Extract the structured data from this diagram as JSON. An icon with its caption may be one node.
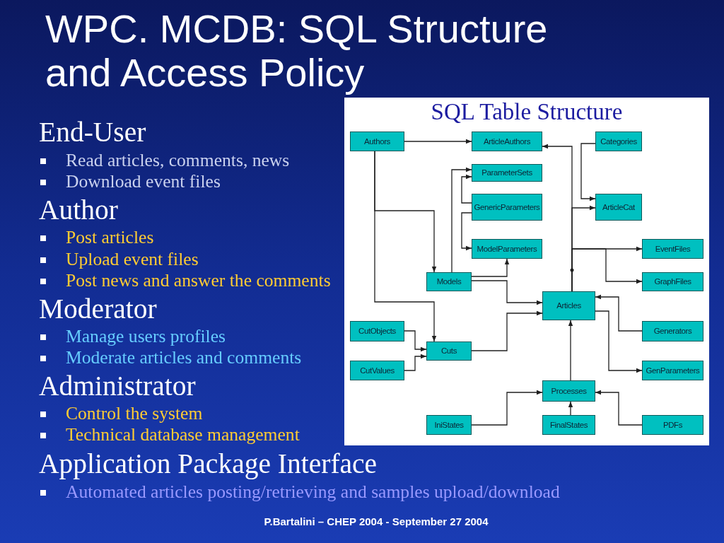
{
  "diagram": {
    "title": "WPC. MCDB: SQL Structure and Access Policy",
    "nodes": [
      {
        "text": [
          "SQL Table Structure"
        ]
      },
      {
        "text": [
          "Authors"
        ],
        "in": 0
      },
      {
        "text": [
          "ArticleAuthors"
        ],
        "in": 0
      },
      {
        "text": [
          "Categories"
        ],
        "in": 0
      },
      {
        "text": [
          "ParameterSets"
        ],
        "in": 0
      },
      {
        "text": [
          "GenericParameters"
        ],
        "in": 0
      },
      {
        "text": [
          "ArticleCat"
        ],
        "in": 0
      },
      {
        "text": [
          "ModelParameters"
        ],
        "in": 0
      },
      {
        "text": [
          "EventFiles"
        ],
        "in": 0
      },
      {
        "text": [
          "Models"
        ],
        "in": 0
      },
      {
        "text": [
          "GraphFiles"
        ],
        "in": 0
      },
      {
        "text": [
          "Articles"
        ],
        "in": 0
      },
      {
        "text": [
          "CutObjects"
        ],
        "in": 0
      },
      {
        "text": [
          "Generators"
        ],
        "in": 0
      },
      {
        "text": [
          "Cuts"
        ],
        "in": 0
      },
      {
        "text": [
          "CutValues"
        ],
        "in": 0
      },
      {
        "text": [
          "GenParameters"
        ],
        "in": 0
      },
      {
        "text": [
          "Processes"
        ],
        "in": 0
      },
      {
        "text": [
          "IniStates"
        ],
        "in": 0
      },
      {
        "text": [
          "FinalStates"
        ],
        "in": 0
      },
      {
        "text": [
          "PDFs"
        ],
        "in": 0
      }
    ],
    "edges": [
      {
        "from": 1,
        "to": 2,
        "arrow": "to"
      },
      {
        "from": 1,
        "to": 9,
        "arrow": "to"
      },
      {
        "from": 1,
        "to": 14,
        "arrow": "to"
      },
      {
        "from": 3,
        "to": 6,
        "arrow": "to"
      },
      {
        "from": 11,
        "to": 2,
        "arrow": "to"
      },
      {
        "from": 11,
        "to": 6,
        "arrow": "to"
      },
      {
        "from": 11,
        "to": 8,
        "arrow": "to"
      },
      {
        "from": 11,
        "to": 10,
        "arrow": "to"
      },
      {
        "from": 9,
        "to": 4,
        "arrow": "to"
      },
      {
        "from": 5,
        "to": 4,
        "arrow": "to"
      },
      {
        "from": 5,
        "to": 7,
        "arrow": "to"
      },
      {
        "from": 9,
        "to": 7,
        "arrow": "to"
      },
      {
        "from": 9,
        "to": 11,
        "arrow": "to"
      },
      {
        "from": 14,
        "to": 11,
        "arrow": "to"
      },
      {
        "from": 13,
        "to": 11,
        "arrow": "to"
      },
      {
        "from": 11,
        "to": 16,
        "arrow": "to"
      },
      {
        "from": 12,
        "to": 14,
        "arrow": "to"
      },
      {
        "from": 15,
        "to": 14,
        "arrow": "to"
      },
      {
        "from": 17,
        "to": 11,
        "arrow": "to"
      },
      {
        "from": 18,
        "to": 17,
        "arrow": "to"
      },
      {
        "from": 19,
        "to": 17,
        "arrow": "to"
      },
      {
        "from": 20,
        "to": 17,
        "arrow": "to"
      }
    ],
    "labels": [
      "End-User",
      "Read articles, comments, news",
      "Download event files",
      "Author",
      "Post articles",
      "Upload event files",
      "Post news and answer the comments",
      "Moderator",
      "Manage users profiles",
      "Moderate articles and comments",
      "Administrator",
      "Control the system",
      "Technical database management",
      "Application Package Interface",
      "Automated articles posting/retrieving and samples upload/download",
      "P.Bartalini – CHEP 2004 - September 27 2004"
    ]
  }
}
